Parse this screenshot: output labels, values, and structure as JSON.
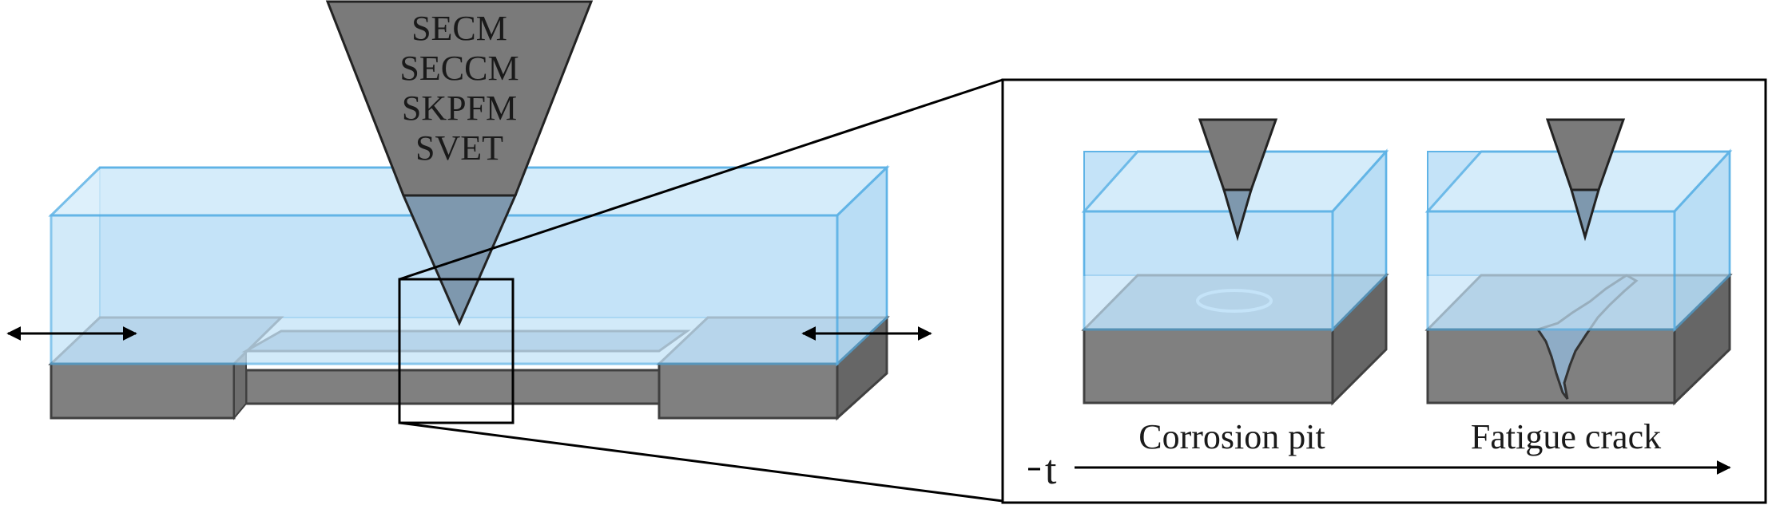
{
  "probe_techniques": [
    "SECM",
    "SECCM",
    "SKPFM",
    "SVET"
  ],
  "stages": {
    "corrosion": "Corrosion pit",
    "fatigue": "Fatigue crack"
  },
  "time_label": "t",
  "colors": {
    "electrolyte_fill": "#c4e3f8",
    "electrolyte_edge": "#5fb3e6",
    "metal_dark": "#666666",
    "metal_mid": "#808080",
    "probe": "#7a7a7a",
    "outline": "#000000"
  }
}
